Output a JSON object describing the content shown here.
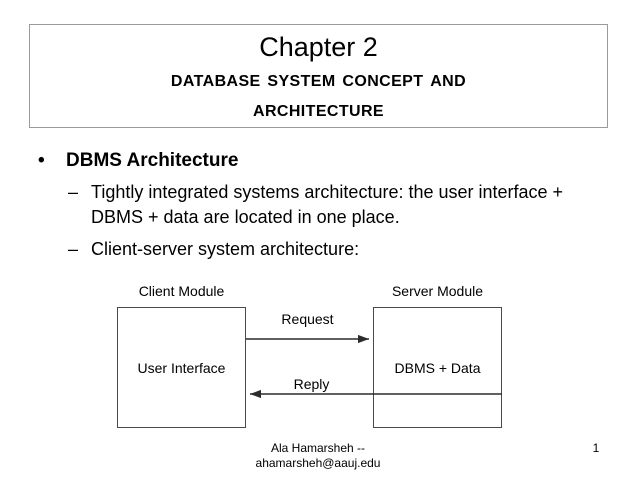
{
  "slide": {
    "title_main": "Chapter 2",
    "title_sub_line1": "Database System Concept And",
    "title_sub_line2": "Architecture"
  },
  "content": {
    "bullets": [
      {
        "level": 1,
        "marker": "•",
        "text": "DBMS Architecture"
      },
      {
        "level": 2,
        "marker": "–",
        "text": "Tightly integrated systems architecture: the user interface + DBMS + data are located in one place."
      },
      {
        "level": 2,
        "marker": "–",
        "text": "Client-server system architecture:"
      }
    ]
  },
  "diagram": {
    "client_label": "Client Module",
    "server_label": "Server Module",
    "client_box_text": "User Interface",
    "server_box_text": "DBMS + Data",
    "request_label": "Request",
    "reply_label": "Reply",
    "stroke_color": "#4a4a4a"
  },
  "footer": {
    "line1": "Ala Hamarsheh --",
    "line2": "ahamarsheh@aauj.edu",
    "page_number": "1"
  }
}
